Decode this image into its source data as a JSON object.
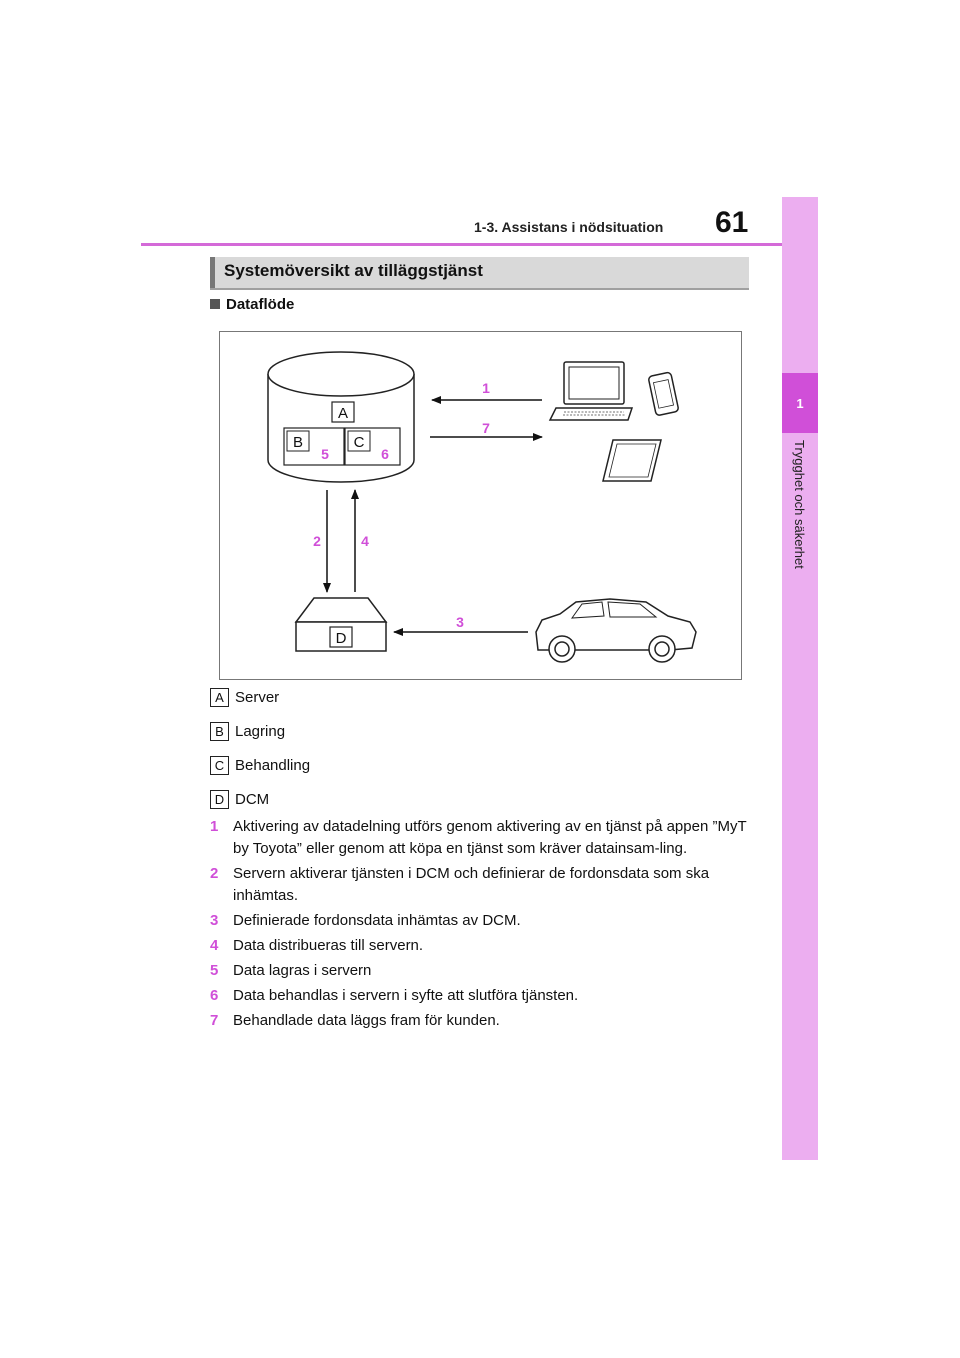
{
  "header": {
    "page_number": "61",
    "section": "1-3. Assistans i nödsituation"
  },
  "side_tab": {
    "chapter_number": "1",
    "chapter_title": "Trygghet och säkerhet"
  },
  "section_title": "Systemöversikt av tilläggstjänst",
  "subheading": "Dataflöde",
  "diagram": {
    "box_labels": {
      "server": "A",
      "storage": "B",
      "processing": "C",
      "dcm": "D"
    },
    "arrow_labels": [
      "1",
      "2",
      "3",
      "4",
      "5",
      "6",
      "7"
    ]
  },
  "legend": [
    {
      "key": "A",
      "text": "Server"
    },
    {
      "key": "B",
      "text": "Lagring"
    },
    {
      "key": "C",
      "text": "Behandling"
    },
    {
      "key": "D",
      "text": "DCM"
    }
  ],
  "steps": [
    {
      "num": "1",
      "text": "Aktivering av datadelning utförs genom aktivering av en tjänst på appen ”MyT by Toyota” eller genom att köpa en tjänst som kräver datainsam-ling."
    },
    {
      "num": "2",
      "text": "Servern aktiverar tjänsten i DCM och definierar de fordonsdata som ska inhämtas."
    },
    {
      "num": "3",
      "text": "Definierade fordonsdata inhämtas av DCM."
    },
    {
      "num": "4",
      "text": "Data distribueras till servern."
    },
    {
      "num": "5",
      "text": "Data lagras i servern"
    },
    {
      "num": "6",
      "text": "Data behandlas i servern i syfte att slutföra tjänsten."
    },
    {
      "num": "7",
      "text": "Behandlade data läggs fram för kunden."
    }
  ],
  "colors": {
    "accent": "#d04fd8",
    "tab": "#ecaef0",
    "title_bar": "#d9d9d9"
  }
}
